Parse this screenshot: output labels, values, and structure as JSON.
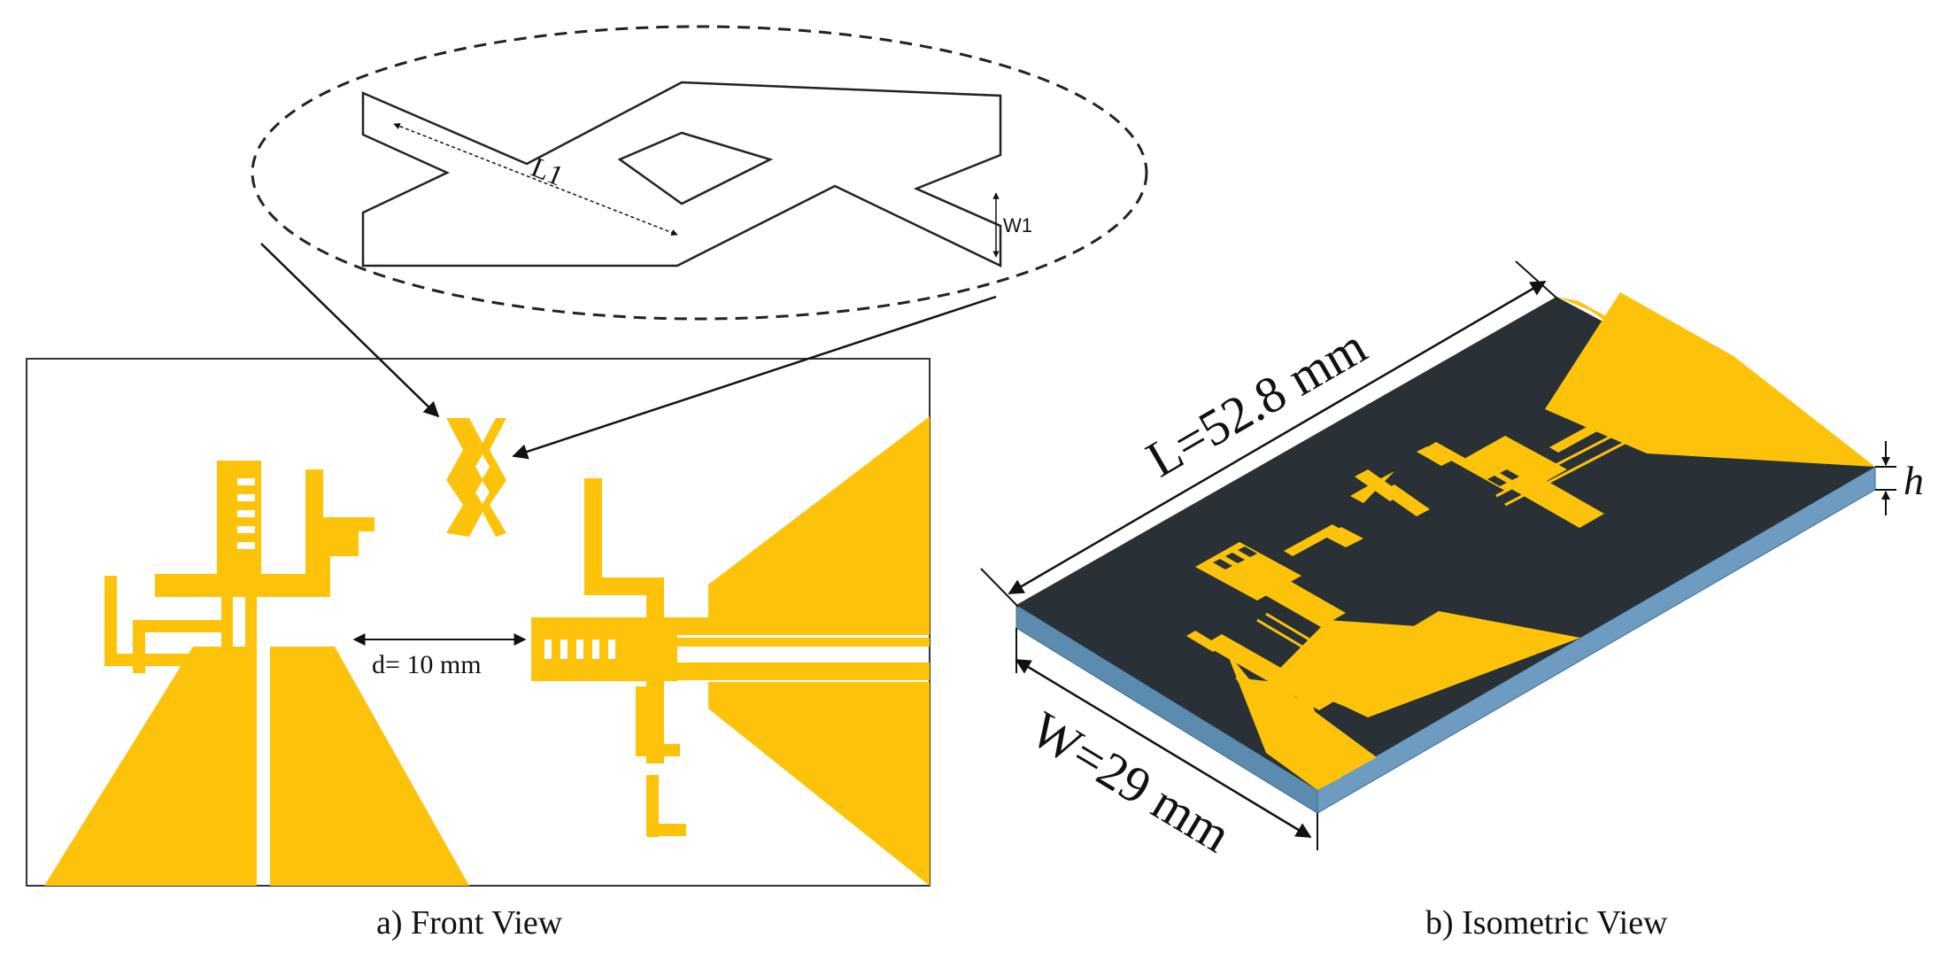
{
  "figure": {
    "front_view": {
      "caption": "a) Front View",
      "spacing_label": "d= 10 mm"
    },
    "zoom_detail": {
      "length_label": "L1",
      "width_label": "W1"
    },
    "isometric_view": {
      "caption": "b) Isometric View",
      "length_label": "L=52.8 mm",
      "width_label": "W=29 mm",
      "height_label": "h"
    },
    "colors": {
      "metal": "#FDC30B",
      "substrate_top": "#2A3136",
      "substrate_side": "#5B8CB0",
      "outline": "#222222"
    }
  }
}
